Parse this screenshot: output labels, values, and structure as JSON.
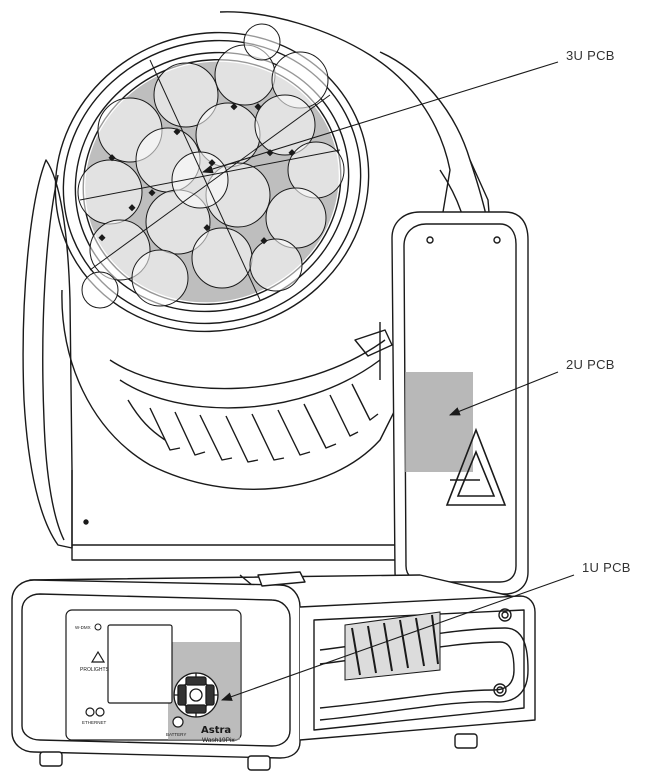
{
  "callouts": {
    "pcb_3u": "3U PCB",
    "pcb_2u": "2U PCB",
    "pcb_1u": "1U PCB"
  },
  "device_labels": {
    "power": "W-DMX",
    "logo_text": "PROLIGHTS",
    "ethernet": "ETHERNET",
    "battery": "BATTERY",
    "brand": "Astra",
    "model": "Wash19Pix"
  },
  "colors": {
    "line": "#1a1a1a",
    "pcb_highlight": "#9a9a9a",
    "background": "#ffffff"
  }
}
